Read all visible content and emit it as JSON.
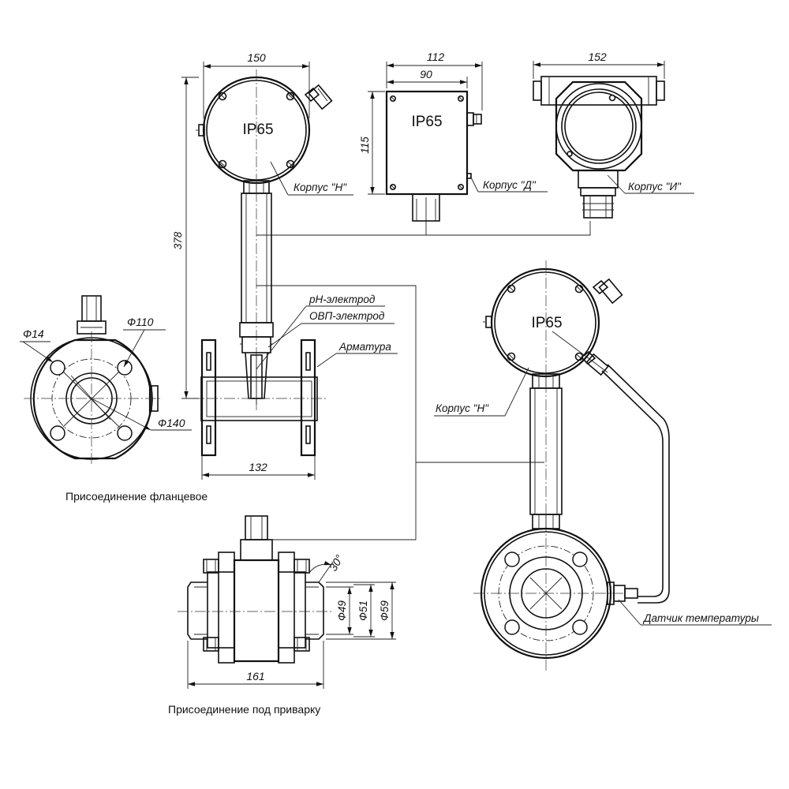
{
  "dimensions": {
    "width_150": "150",
    "width_112": "112",
    "width_90": "90",
    "width_152": "152",
    "height_115": "115",
    "height_378": "378",
    "flange_length_132": "132",
    "weld_length_161": "161",
    "hole_d14": "Ф14",
    "bolt_circle_d110": "Ф110",
    "flange_d140": "Ф140",
    "pipe_d49": "Ф49",
    "pipe_d51": "Ф51",
    "pipe_d59": "Ф59",
    "bevel_angle": "30°"
  },
  "labels": {
    "housing_n": "Корпус \"Н\"",
    "housing_d": "Корпус \"Д\"",
    "housing_i": "Корпус \"И\"",
    "housing_n_2": "Корпус \"Н\"",
    "ph_electrode": "pH-электрод",
    "orp_electrode": "ОВП-электрод",
    "fitting": "Арматура",
    "temp_sensor": "Датчик температуры",
    "ip_rating_1": "IP65",
    "ip_rating_2": "IP65",
    "ip_rating_3": "IP65"
  },
  "captions": {
    "flange_connection": "Присоединение фланцевое",
    "weld_connection": "Присоединение под приварку"
  }
}
